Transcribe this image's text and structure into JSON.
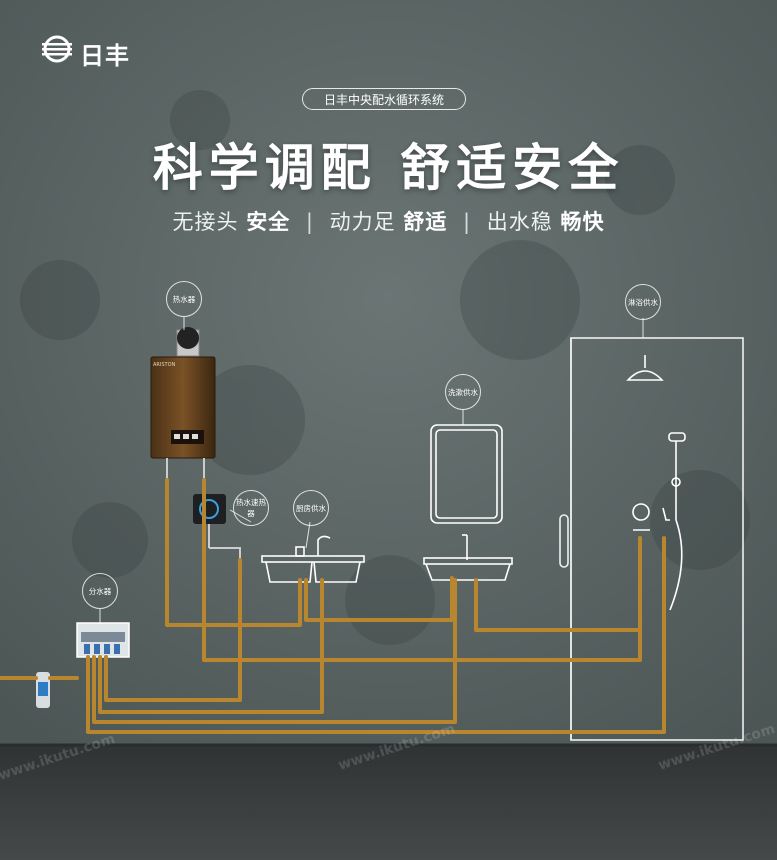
{
  "brand": {
    "name": "日丰"
  },
  "badge": "日丰中央配水循环系统",
  "headline": "科学调配 舒适安全",
  "subtitle": [
    {
      "plain": "无接头",
      "bold": "安全"
    },
    {
      "plain": "动力足",
      "bold": "舒适"
    },
    {
      "plain": "出水稳",
      "bold": "畅快"
    }
  ],
  "subtitle_separator": "|",
  "labels": {
    "water_heater": "热水器",
    "circulator": "热水速热器",
    "kitchen": "厨房供水",
    "washbasin": "洗漱供水",
    "shower": "淋浴供水",
    "manifold": "分水器"
  },
  "device_brand_text": "ARISTON",
  "watermark": "www.ikutu.com",
  "colors": {
    "wall": "#5d6867",
    "floor": "#3b3f40",
    "pipe": "#b7862f",
    "line": "#ffffff"
  }
}
